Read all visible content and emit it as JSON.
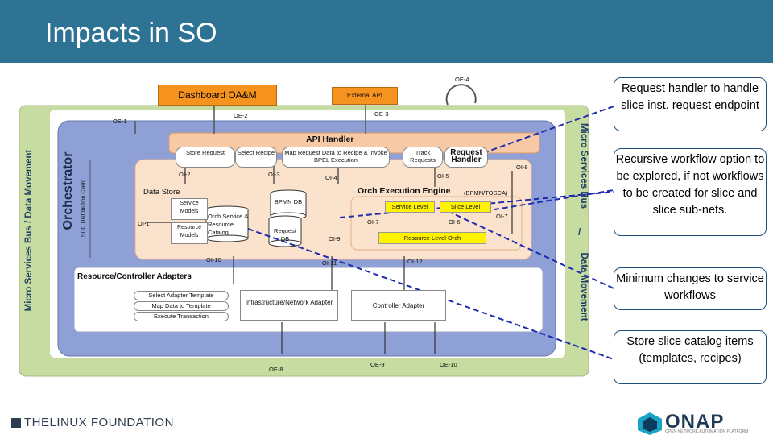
{
  "slide": {
    "title": "Impacts in SO"
  },
  "buses": {
    "left": "Micro Services Bus   /   Data Movement",
    "right_top": "Micro Services Bus",
    "right_sep": "/",
    "right_bottom": "Data Movement"
  },
  "orchestrator": {
    "label": "Orchestrator",
    "sdc_client": "SDC Distribution Client"
  },
  "top": {
    "dashboard": "Dashboard OA&M",
    "external_api": "External API",
    "oe4": "OE-4",
    "oe1": "OE-1",
    "oe2": "OE-2",
    "oe3": "OE-3"
  },
  "api_handler": {
    "title": "API Handler",
    "store_request": "Store Request",
    "select_recipe": "Select Recipe",
    "map_request": "Map Request Data to Recipe & Invoke BPEL Execution",
    "track_requests": "Track Requests",
    "request_handler": "Request Handler"
  },
  "labels": {
    "oi2": "OI-2",
    "oi3": "OI-3",
    "oi4": "OI-4",
    "oi5": "OI-5",
    "oi8": "OI-8",
    "oi1": "OI-1",
    "oi7a": "OI-7",
    "oi7b": "OI-7",
    "oi6": "OI-6",
    "oi9": "OI-9",
    "oi10": "OI-10",
    "oi11": "OI-11",
    "oi12": "OI-12",
    "oe8": "OE-8",
    "oe9": "OE-9",
    "oe10": "OE-10"
  },
  "data_store": {
    "title": "Data Store",
    "service_models": "Service Models",
    "resource_models": "Resource Models",
    "orch_catalog": "Orch Service & Resource Catalog",
    "bpmn_db": "BPMN DB",
    "request_db": "Request DB"
  },
  "engine": {
    "title": "Orch Execution Engine",
    "subtitle": "(BPMN/TOSCA)",
    "service_level": "Service Level",
    "slice_level": "Slice Level",
    "resource_level": "Resource Level Orch"
  },
  "adapters": {
    "title": "Resource/Controller Adapters",
    "select_template": "Select Adapter Template",
    "map_data": "Map Data to Template",
    "execute": "Execute Transaction",
    "infra": "Infrastructure/Network Adapter",
    "controller": "Controller Adapter"
  },
  "callouts": {
    "c1": "Request handler to handle slice inst. request endpoint",
    "c2": "Recursive workflow option to be explored, if not workflows to be created for slice and slice sub-nets.",
    "c3": "Minimum changes to service workflows",
    "c4": "Store slice catalog items (templates, recipes)"
  },
  "footer": {
    "linux": "THELINUX FOUNDATION",
    "onap": "ONAP",
    "onap_tag": "OPEN NETWORK AUTOMATION PLATFORM"
  },
  "colors": {
    "banner": "#2e7294",
    "orchestrator_bg": "#8fa0d6",
    "inner_bg": "#fbe2cc",
    "highlight": "#fff200",
    "dash_line": "#1f2bb0"
  }
}
